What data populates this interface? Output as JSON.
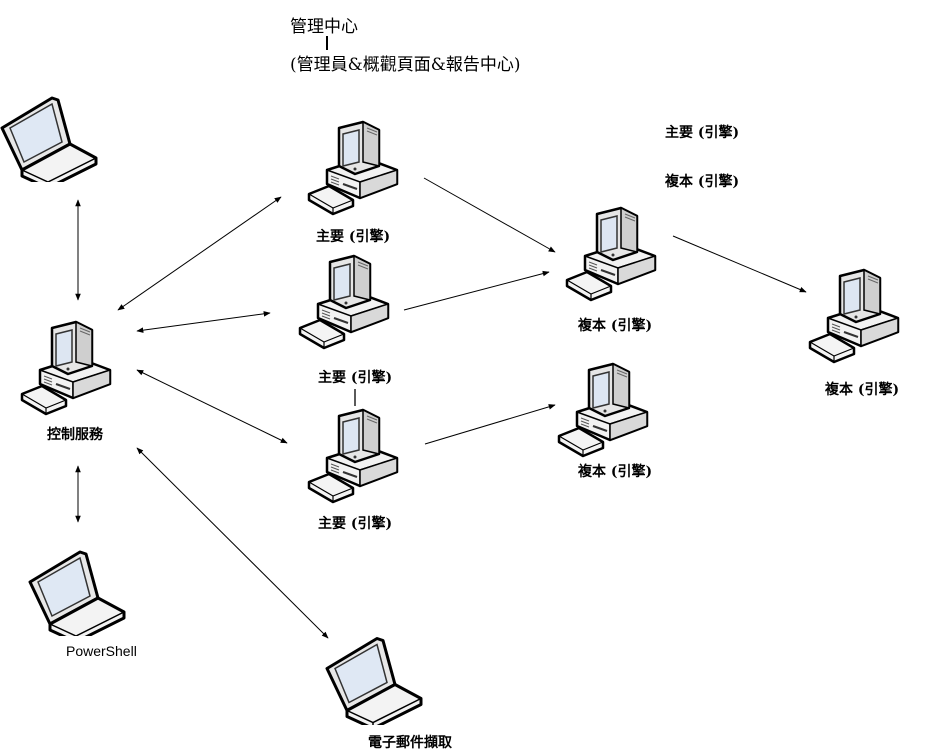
{
  "diagram": {
    "title": "管理中心",
    "subtitle": "(管理員&概觀頁面&報告中心)",
    "legend": {
      "primary": "主要 (引擎)",
      "replica": "複本 (引擎)"
    },
    "nodes": [
      {
        "id": "laptop-top",
        "type": "laptop",
        "label": ""
      },
      {
        "id": "control",
        "type": "desktop",
        "label": "控制服務"
      },
      {
        "id": "powershell",
        "type": "laptop",
        "label": "PowerShell"
      },
      {
        "id": "email",
        "type": "laptop",
        "label": "電子郵件擷取"
      },
      {
        "id": "primary1",
        "type": "desktop",
        "label": "主要 (引擎)"
      },
      {
        "id": "primary2",
        "type": "desktop",
        "label": "主要 (引擎)"
      },
      {
        "id": "primary3",
        "type": "desktop",
        "label": "主要 (引擎)"
      },
      {
        "id": "replica1",
        "type": "desktop",
        "label": "複本 (引擎)"
      },
      {
        "id": "replica2",
        "type": "desktop",
        "label": "複本 (引擎)"
      },
      {
        "id": "replica3",
        "type": "desktop",
        "label": "複本 (引擎)"
      }
    ],
    "edges": [
      {
        "from": "laptop-top",
        "to": "control",
        "direction": "both"
      },
      {
        "from": "control",
        "to": "powershell",
        "direction": "both"
      },
      {
        "from": "control",
        "to": "primary1",
        "direction": "both"
      },
      {
        "from": "control",
        "to": "primary2",
        "direction": "both"
      },
      {
        "from": "control",
        "to": "primary3",
        "direction": "both"
      },
      {
        "from": "control",
        "to": "email",
        "direction": "both"
      },
      {
        "from": "primary1",
        "to": "replica1",
        "direction": "forward"
      },
      {
        "from": "primary2",
        "to": "replica1",
        "direction": "forward"
      },
      {
        "from": "primary3",
        "to": "replica2",
        "direction": "forward"
      },
      {
        "from": "replica1",
        "to": "replica3",
        "direction": "forward"
      },
      {
        "from": "primary2",
        "to": "primary3",
        "direction": "none"
      }
    ]
  }
}
